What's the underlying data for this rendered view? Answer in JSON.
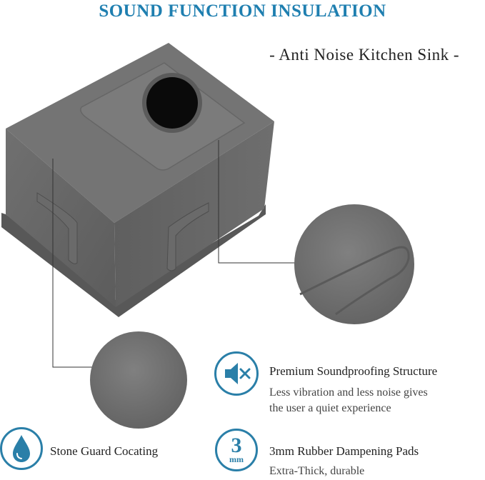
{
  "header": {
    "title": "SOUND FUNCTION INSULATION",
    "subtitle": "- Anti Noise Kitchen Sink -"
  },
  "colors": {
    "accent": "#2a7fa8",
    "title": "#1f7fb0",
    "sink": "#6b6b6b"
  },
  "features": {
    "soundproofing": {
      "icon": "speaker-mute-icon",
      "title": "Premium Soundproofing Structure",
      "desc_line1": "Less vibration and less noise gives",
      "desc_line2": "the user a quiet experience"
    },
    "coating": {
      "icon": "water-drop-icon",
      "title": "Stone Guard Cocating"
    },
    "pads": {
      "icon_number": "3",
      "icon_unit": "mm",
      "title": "3mm Rubber Dampening Pads",
      "desc_line1": "Extra-Thick, durable"
    }
  }
}
